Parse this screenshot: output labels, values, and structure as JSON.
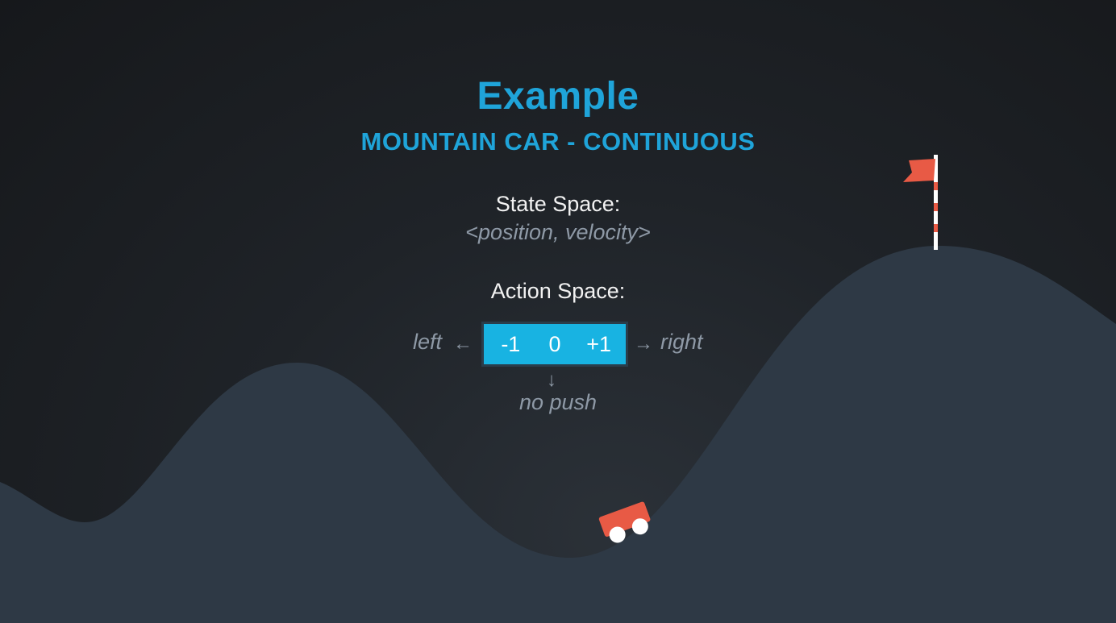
{
  "slide": {
    "title": "Example",
    "subtitle": "MOUNTAIN CAR - CONTINUOUS",
    "state_space": {
      "heading": "State Space:",
      "value": "<position, velocity>"
    },
    "action_space": {
      "heading": "Action Space:",
      "values": [
        "-1",
        "0",
        "+1"
      ],
      "left_label": "left",
      "right_label": "right",
      "down_label": "no push"
    }
  },
  "icons": {
    "left_arrow": "arrow-left-icon",
    "right_arrow": "arrow-right-icon",
    "down_arrow": "arrow-down-icon",
    "car": "car-icon",
    "flag": "flag-icon"
  },
  "colors": {
    "accent": "#1fa4d9",
    "action_box": "#18b3e2",
    "mountain": "#2e3945",
    "car": "#e85a45",
    "flag": "#e85a45",
    "text_muted": "#8e99a6"
  }
}
